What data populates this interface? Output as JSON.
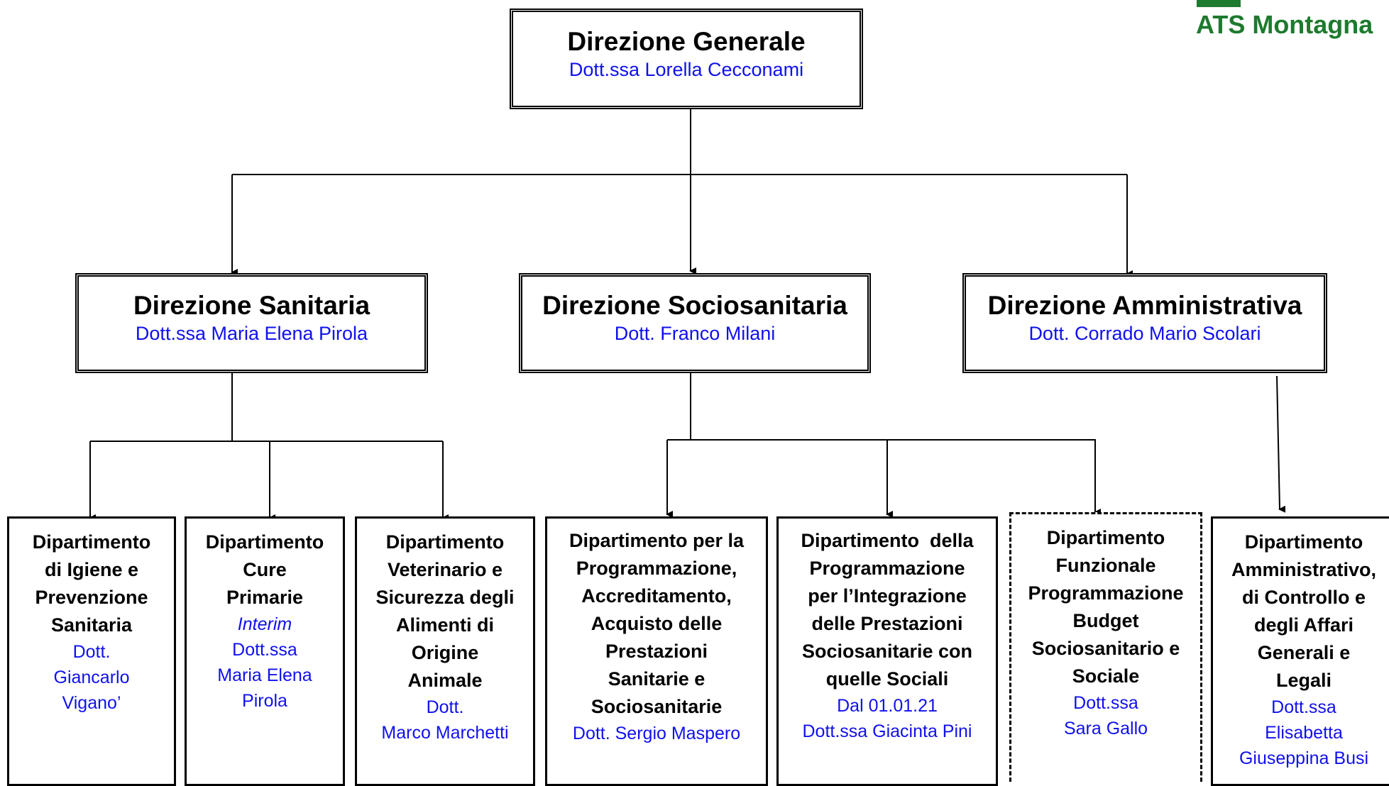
{
  "logo": {
    "text": "ATS Montagna"
  },
  "top": {
    "title": "Direzione Generale",
    "name": "Dott.ssa Lorella Cecconami"
  },
  "directions": [
    {
      "title": "Direzione Sanitaria",
      "name": "Dott.ssa Maria Elena Pirola"
    },
    {
      "title": "Direzione Sociosanitaria",
      "name": "Dott. Franco Milani"
    },
    {
      "title": "Direzione Amministrativa",
      "name": "Dott. Corrado Mario Scolari"
    }
  ],
  "departments": [
    {
      "title": [
        "Dipartimento",
        "di Igiene e",
        "Prevenzione",
        "Sanitaria"
      ],
      "extra": "",
      "name": [
        "Dott.",
        "Giancarlo",
        "Vigano’"
      ]
    },
    {
      "title": [
        "Dipartimento",
        "Cure",
        "Primarie"
      ],
      "extra": "Interim",
      "name": [
        "Dott.ssa",
        "Maria Elena",
        "Pirola"
      ]
    },
    {
      "title": [
        "Dipartimento",
        "Veterinario e",
        "Sicurezza degli",
        "Alimenti di",
        "Origine",
        "Animale"
      ],
      "extra": "",
      "name": [
        "Dott.",
        "Marco Marchetti"
      ]
    },
    {
      "title": [
        "Dipartimento per la",
        "Programmazione,",
        "Accreditamento,",
        "Acquisto delle",
        "Prestazioni",
        "Sanitarie e",
        "Sociosanitarie"
      ],
      "extra": "",
      "name": [
        "Dott. Sergio Maspero"
      ]
    },
    {
      "title": [
        "Dipartimento  della",
        "Programmazione",
        "per l’Integrazione",
        "delle Prestazioni",
        "Sociosanitarie con",
        "quelle Sociali"
      ],
      "extra": "",
      "name": [
        "Dal 01.01.21",
        "Dott.ssa Giacinta Pini"
      ]
    },
    {
      "title": [
        "Dipartimento",
        "Funzionale",
        "Programmazione",
        "Budget",
        "Sociosanitario e",
        "Sociale"
      ],
      "extra": "",
      "name": [
        "Dott.ssa",
        "Sara Gallo"
      ]
    },
    {
      "title": [
        "Dipartimento",
        "Amministrativo,",
        "di Controllo e",
        "degli Affari",
        "Generali e",
        "Legali"
      ],
      "extra": "",
      "name": [
        "Dott.ssa",
        "Elisabetta",
        "Giuseppina Busi"
      ]
    }
  ]
}
